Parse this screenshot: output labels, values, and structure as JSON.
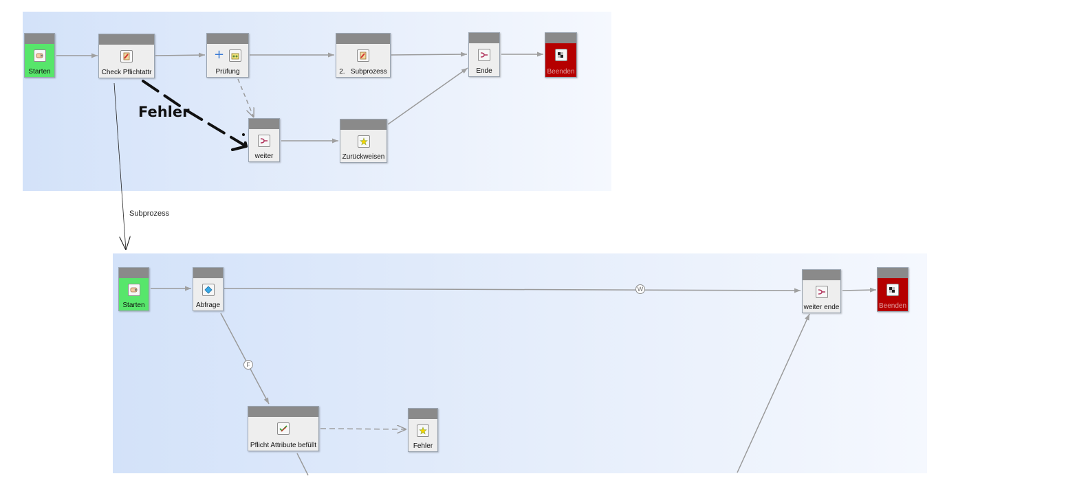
{
  "colors": {
    "start": "#57e66b",
    "end": "#b50000",
    "edge": "#9a9a9a",
    "header": "#8a8a8a"
  },
  "top_process": {
    "nodes": {
      "starten": {
        "label": "Starten",
        "icon": "start-icon"
      },
      "check": {
        "label": "Check Pflichtattr",
        "icon": "clipboard-icon"
      },
      "pruefung": {
        "label": "Prüfung",
        "icon": "people-icon"
      },
      "subprozess": {
        "label": "2.   Subprozess",
        "icon": "clipboard-icon"
      },
      "ende": {
        "label": "Ende",
        "icon": "split-icon"
      },
      "beenden": {
        "label": "Beenden",
        "icon": "flag-icon"
      },
      "weiter": {
        "label": "weiter",
        "icon": "split-icon"
      },
      "zurueckweisen": {
        "label": "Zurückweisen",
        "icon": "star-icon"
      }
    },
    "annotation": "Fehler"
  },
  "link_label": "Subprozess",
  "bottom_process": {
    "nodes": {
      "starten": {
        "label": "Starten",
        "icon": "start-icon"
      },
      "abfrage": {
        "label": "Abfrage",
        "icon": "diamond-icon"
      },
      "pflicht": {
        "label": "Pflicht Attribute befüllt",
        "icon": "checklist-icon"
      },
      "fehler": {
        "label": "Fehler",
        "icon": "star-icon"
      },
      "weiter_ende": {
        "label": "weiter ende",
        "icon": "split-icon"
      },
      "beenden": {
        "label": "Beenden",
        "icon": "flag-icon"
      }
    },
    "badges": {
      "w": "W",
      "f": "F"
    }
  }
}
